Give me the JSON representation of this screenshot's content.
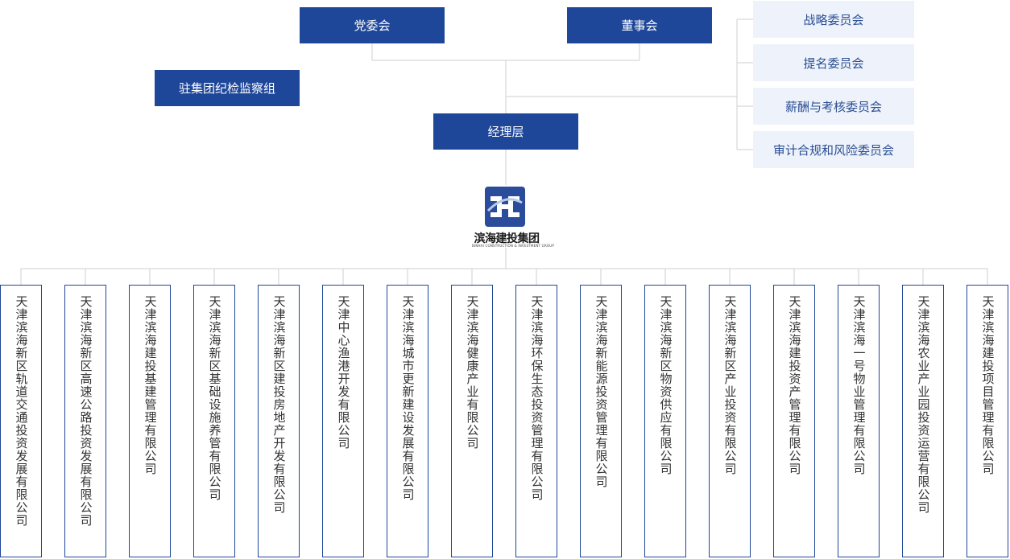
{
  "top": {
    "party_committee": "党委会",
    "board": "董事会",
    "discipline_group": "驻集团纪检监察组",
    "management": "经理层"
  },
  "committees": [
    "战略委员会",
    "提名委员会",
    "薪酬与考核委员会",
    "审计合规和风险委员会"
  ],
  "logo": {
    "name": "滨海建投集团",
    "subtitle": "BINHAI CONSTRUCTION & INVESTMENT GROUP"
  },
  "companies": [
    "天津滨海新区轨道交通投资发展有限公司",
    "天津滨海新区高速公路投资发展有限公司",
    "天津滨海建投基建管理有限公司",
    "天津滨海新区基础设施养管有限公司",
    "天津滨海新区建投房地产开发有限公司",
    "天津中心渔港开发有限公司",
    "天津滨海城市更新建设发展有限公司",
    "天津滨海健康产业有限公司",
    "天津滨海环保生态投资管理有限公司",
    "天津滨海新能源投资管理有限公司",
    "天津滨海新区物资供应有限公司",
    "天津滨海新区产业投资有限公司",
    "天津滨海建投资产管理有限公司",
    "天津滨海一号物业管理有限公司",
    "天津滨海农业产业园投资运营有限公司",
    "天津滨海建投项目管理有限公司"
  ],
  "colors": {
    "navy": "#1f4799",
    "committee_bg": "#eef3fb",
    "committee_text": "#2c4e93",
    "line": "#cfcfcf"
  }
}
